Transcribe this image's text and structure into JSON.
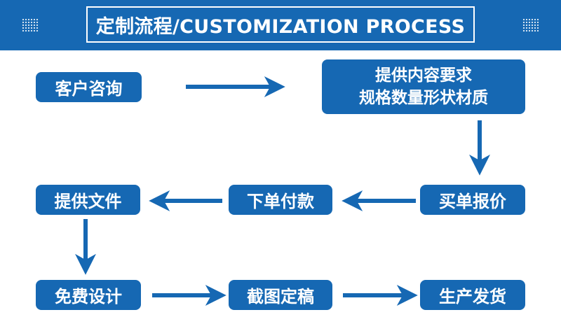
{
  "title": "定制流程/CUSTOMIZATION PROCESS",
  "colors": {
    "primary": "#1668b3",
    "text_on_primary": "#ffffff",
    "background": "#ffffff"
  },
  "steps": [
    {
      "label": "客户咨询"
    },
    {
      "label_lines": [
        "提供内容要求",
        "规格数量形状材质"
      ]
    },
    {
      "label": "买单报价"
    },
    {
      "label": "下单付款"
    },
    {
      "label": "提供文件"
    },
    {
      "label": "免费设计"
    },
    {
      "label": "截图定稿"
    },
    {
      "label": "生产发货"
    }
  ]
}
